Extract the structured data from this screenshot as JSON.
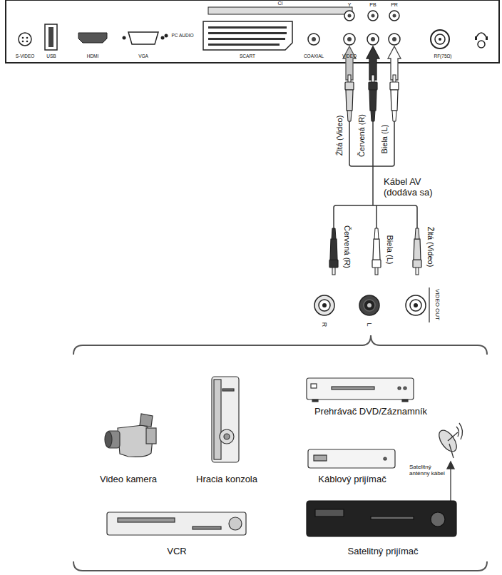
{
  "diagram": {
    "labels": [
      "CI",
      "Y",
      "PB",
      "PR",
      "S-VIDEO",
      "USB",
      "HDMI",
      "VGA",
      "PC AUDIO",
      "SCART",
      "COAXIAL",
      "VIDEO",
      "RF(75Ω)",
      "Žltá (Video)",
      "Červená (R)",
      "Biela (L)",
      "Kábel AV (dodáva sa)",
      "Červená (R)",
      "Biela (L)",
      "Žltá (Video)",
      "R",
      "L",
      "VIDEO OUT",
      "Prehrávač DVD/Záznamník",
      "Video kamera",
      "Hracia konzola",
      "Káblový prijímač",
      "Satelitný anténny kábel",
      "VCR",
      "Satelitný prijímač"
    ]
  }
}
